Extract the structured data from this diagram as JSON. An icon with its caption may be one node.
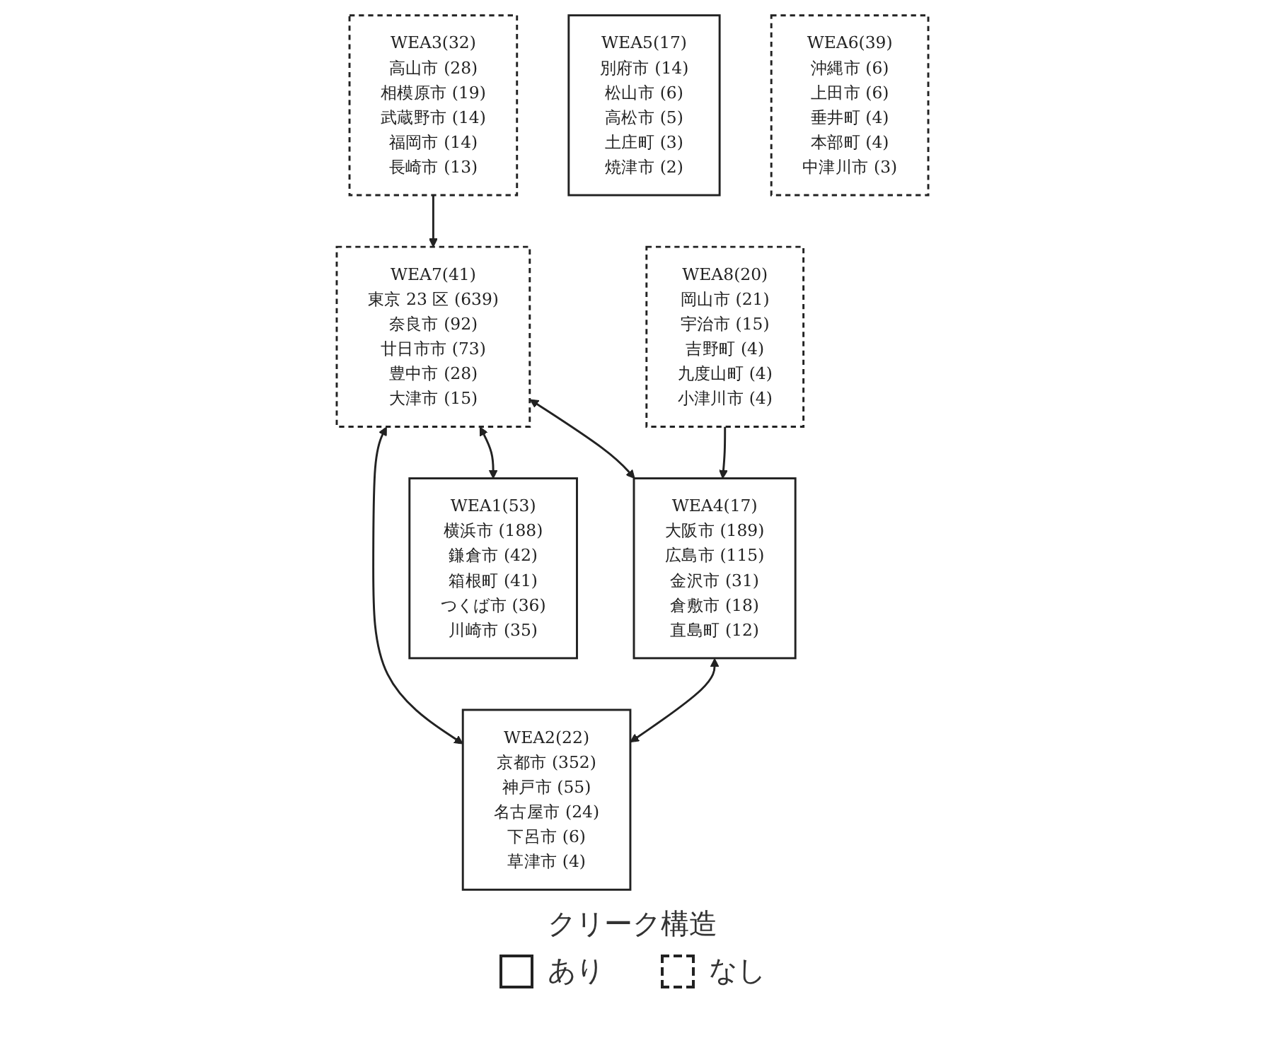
{
  "diagram": {
    "nodes": [
      {
        "text": [
          "WEA7(41)",
          "東京 23 区 (639)",
          "奈良市 (92)",
          "廿日市市 (73)",
          "豊中市 (28)",
          "大津市 (15)"
        ]
      },
      {
        "text": [
          "WEA4(17)",
          "大阪市 (189)",
          "広島市 (115)",
          "金沢市 (31)",
          "倉敷市 (18)",
          "直島町 (12)"
        ]
      },
      {
        "text": [
          "WEA2(22)",
          "京都市 (352)",
          "神戸市 (55)",
          "名古屋市 (24)",
          "下呂市 (6)",
          "草津市 (4)"
        ]
      },
      {
        "text": [
          "WEA1(53)",
          "横浜市 (188)",
          "鎌倉市 (42)",
          "箱根町 (41)",
          "つくば市 (36)",
          "川崎市 (35)"
        ]
      },
      {
        "text": [
          "WEA8(20)",
          "岡山市 (21)",
          "宇治市 (15)",
          "吉野町 (4)",
          "九度山町 (4)",
          "小津川市 (4)"
        ]
      },
      {
        "text": [
          "WEA3(32)",
          "高山市 (28)",
          "相模原市 (19)",
          "武蔵野市 (14)",
          "福岡市 (14)",
          "長崎市 (13)"
        ]
      },
      {
        "text": [
          "WEA5(17)",
          "別府市 (14)",
          "松山市 (6)",
          "高松市 (5)",
          "土庄町 (3)",
          "焼津市 (2)"
        ]
      },
      {
        "text": [
          "WEA6(39)",
          "沖縄市 (6)",
          "上田市 (6)",
          "垂井町 (4)",
          "本部町 (4)",
          "中津川市 (3)"
        ]
      }
    ],
    "edges": [
      {
        "from": 0,
        "to": 1,
        "arrow": "both"
      },
      {
        "from": 0,
        "to": 2,
        "arrow": "both"
      },
      {
        "from": 1,
        "to": 2,
        "arrow": "both"
      },
      {
        "from": 0,
        "to": 3,
        "arrow": "both"
      },
      {
        "from": 4,
        "to": 1,
        "arrow": "to"
      },
      {
        "from": 5,
        "to": 0,
        "arrow": "to"
      }
    ],
    "labels": [
      "クリーク構造"
    ],
    "legend": [
      {
        "text": "あり"
      },
      {
        "text": "なし"
      }
    ]
  }
}
